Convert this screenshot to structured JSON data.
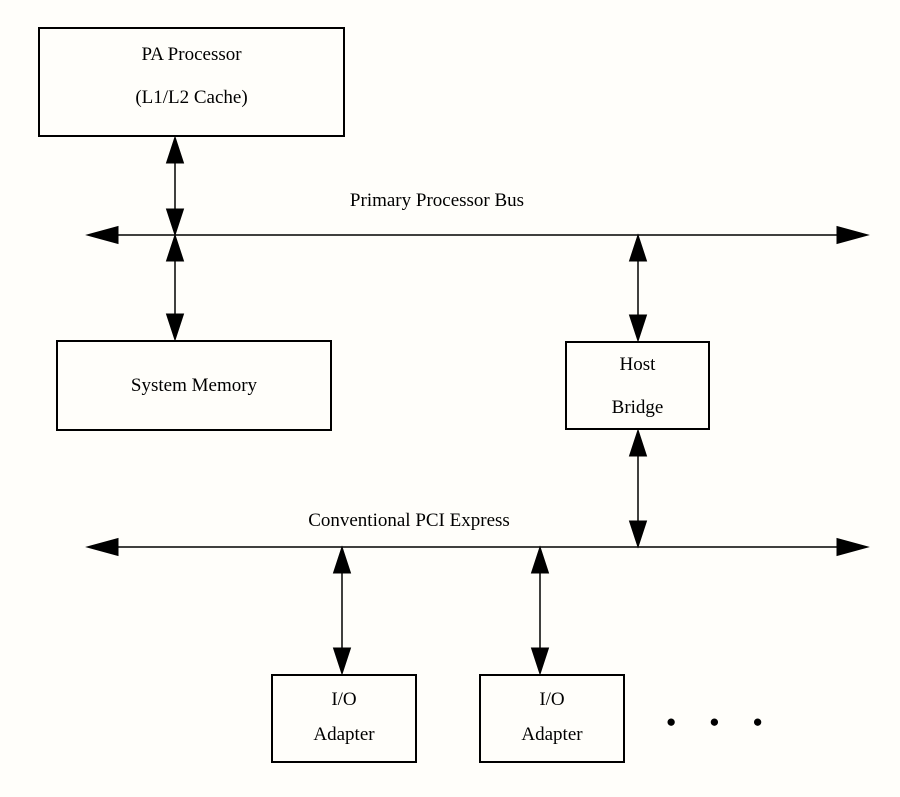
{
  "colors": {
    "background": "#fffefa",
    "line": "#000000",
    "text": "#000000"
  },
  "nodes": {
    "pa_processor": {
      "line1": "PA Processor",
      "line2": "(L1/L2 Cache)"
    },
    "system_memory": {
      "label": "System Memory"
    },
    "host_bridge": {
      "line1": "Host",
      "line2": "Bridge"
    },
    "io_adapter_1": {
      "line1": "I/O",
      "line2": "Adapter"
    },
    "io_adapter_2": {
      "line1": "I/O",
      "line2": "Adapter"
    }
  },
  "buses": {
    "primary": {
      "label": "Primary Processor Bus"
    },
    "pci": {
      "label": "Conventional PCI Express"
    }
  },
  "ellipsis": "●●●"
}
